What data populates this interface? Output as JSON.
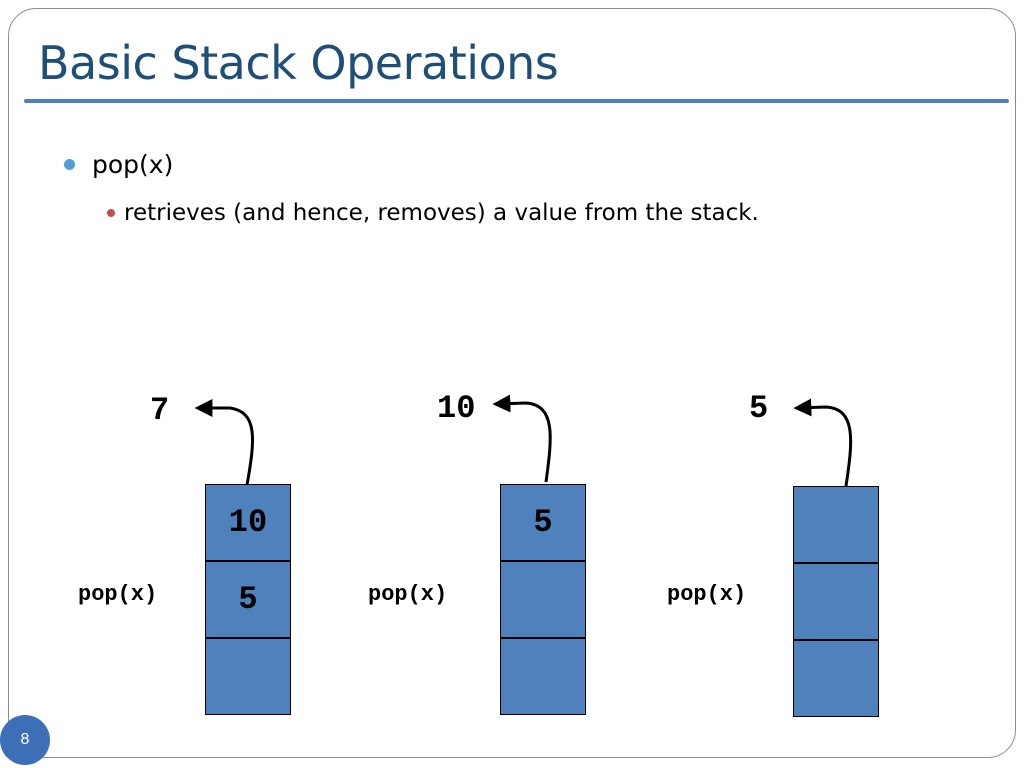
{
  "slide": {
    "title": "Basic Stack Operations",
    "page_number": "8"
  },
  "bullets": {
    "level1": "pop(x)",
    "level2": "retrieves (and hence, removes) a value from the stack."
  },
  "colors": {
    "title": "#1f4e79",
    "rule": "#4f81bd",
    "stack_cell": "#4f81bd",
    "bullet_l1": "#4f9fd6",
    "bullet_l2": "#c0504d",
    "page_badge": "#3d6fb6"
  },
  "diagrams": [
    {
      "operation": "pop(x)",
      "popped": "7",
      "cells": [
        "10",
        "5",
        ""
      ]
    },
    {
      "operation": "pop(x)",
      "popped": "10",
      "cells": [
        "5",
        "",
        ""
      ]
    },
    {
      "operation": "pop(x)",
      "popped": "5",
      "cells": [
        "",
        "",
        ""
      ]
    }
  ]
}
